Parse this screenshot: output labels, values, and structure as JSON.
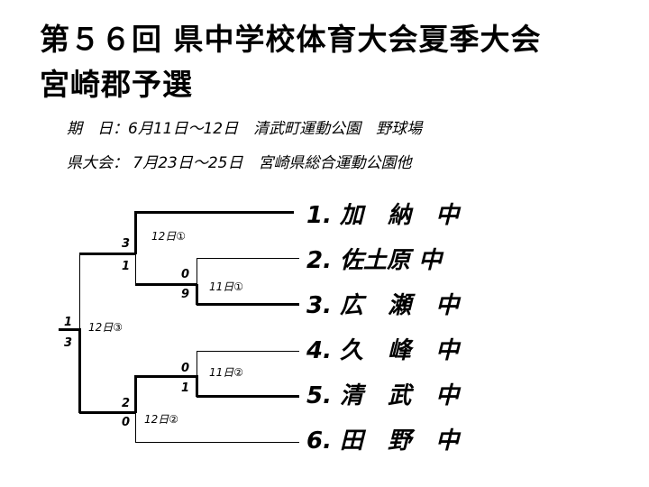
{
  "title": {
    "line1": "第５６回 県中学校体育大会夏季大会",
    "line2": "宮崎郡予選"
  },
  "info": {
    "line1": "期　日：6月11日～12日　清武町運動公園　野球場",
    "line2": "県大会： 7月23日～25日　宮崎県総合運動公園他"
  },
  "teams": [
    {
      "rank": "1.",
      "name": "加 納 中"
    },
    {
      "rank": "2.",
      "name": "佐土原 中"
    },
    {
      "rank": "3.",
      "name": "広 瀬 中"
    },
    {
      "rank": "4.",
      "name": "久 峰 中"
    },
    {
      "rank": "5.",
      "name": "清 武 中"
    },
    {
      "rank": "6.",
      "name": "田 野 中"
    }
  ],
  "games": {
    "g1": "11日①",
    "g2": "11日②",
    "g3": "12日①",
    "g4": "12日②",
    "g5": "12日③"
  },
  "scores": {
    "g1_top": "0",
    "g1_bot": "9",
    "g2_top": "0",
    "g2_bot": "1",
    "g3_top": "3",
    "g3_bot": "1",
    "g4_top": "2",
    "g4_bot": "0",
    "g5_top": "1",
    "g5_bot": "3"
  }
}
